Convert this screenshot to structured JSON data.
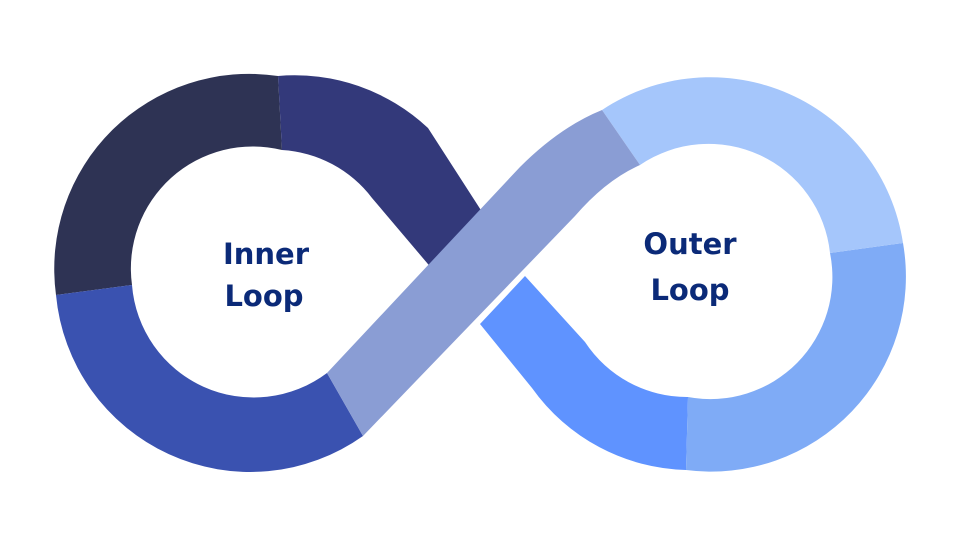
{
  "diagram": {
    "inner_loop": {
      "line1": "Inner",
      "line2": "Loop"
    },
    "outer_loop": {
      "line1": "Outer",
      "line2": "Loop"
    }
  },
  "colors": {
    "background": "#ffffff",
    "label_text": "#0b2a78",
    "inner_top_left": "#2e3354",
    "inner_top_right": "#33397a",
    "inner_bottom": "#3a52b0",
    "crossing_band": "#8a9dd4",
    "outer_lower_left": "#5f93ff",
    "outer_bottom_right": "#7fabf6",
    "outer_top": "#a5c6fb"
  }
}
